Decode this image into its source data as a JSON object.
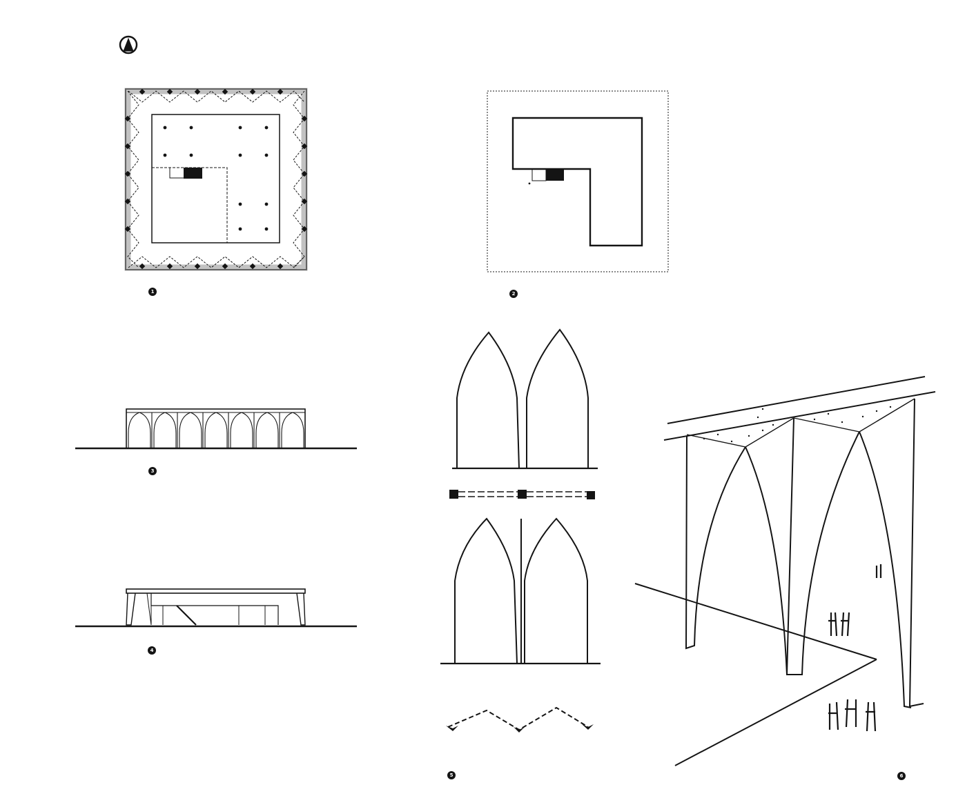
{
  "sheet": {
    "badge": "A",
    "figure_numbers": [
      "1",
      "2",
      "3",
      "4",
      "5",
      "6"
    ]
  },
  "style": {
    "ink": "#141414",
    "paper": "#ffffff",
    "hatch": "#9a9a9a"
  }
}
